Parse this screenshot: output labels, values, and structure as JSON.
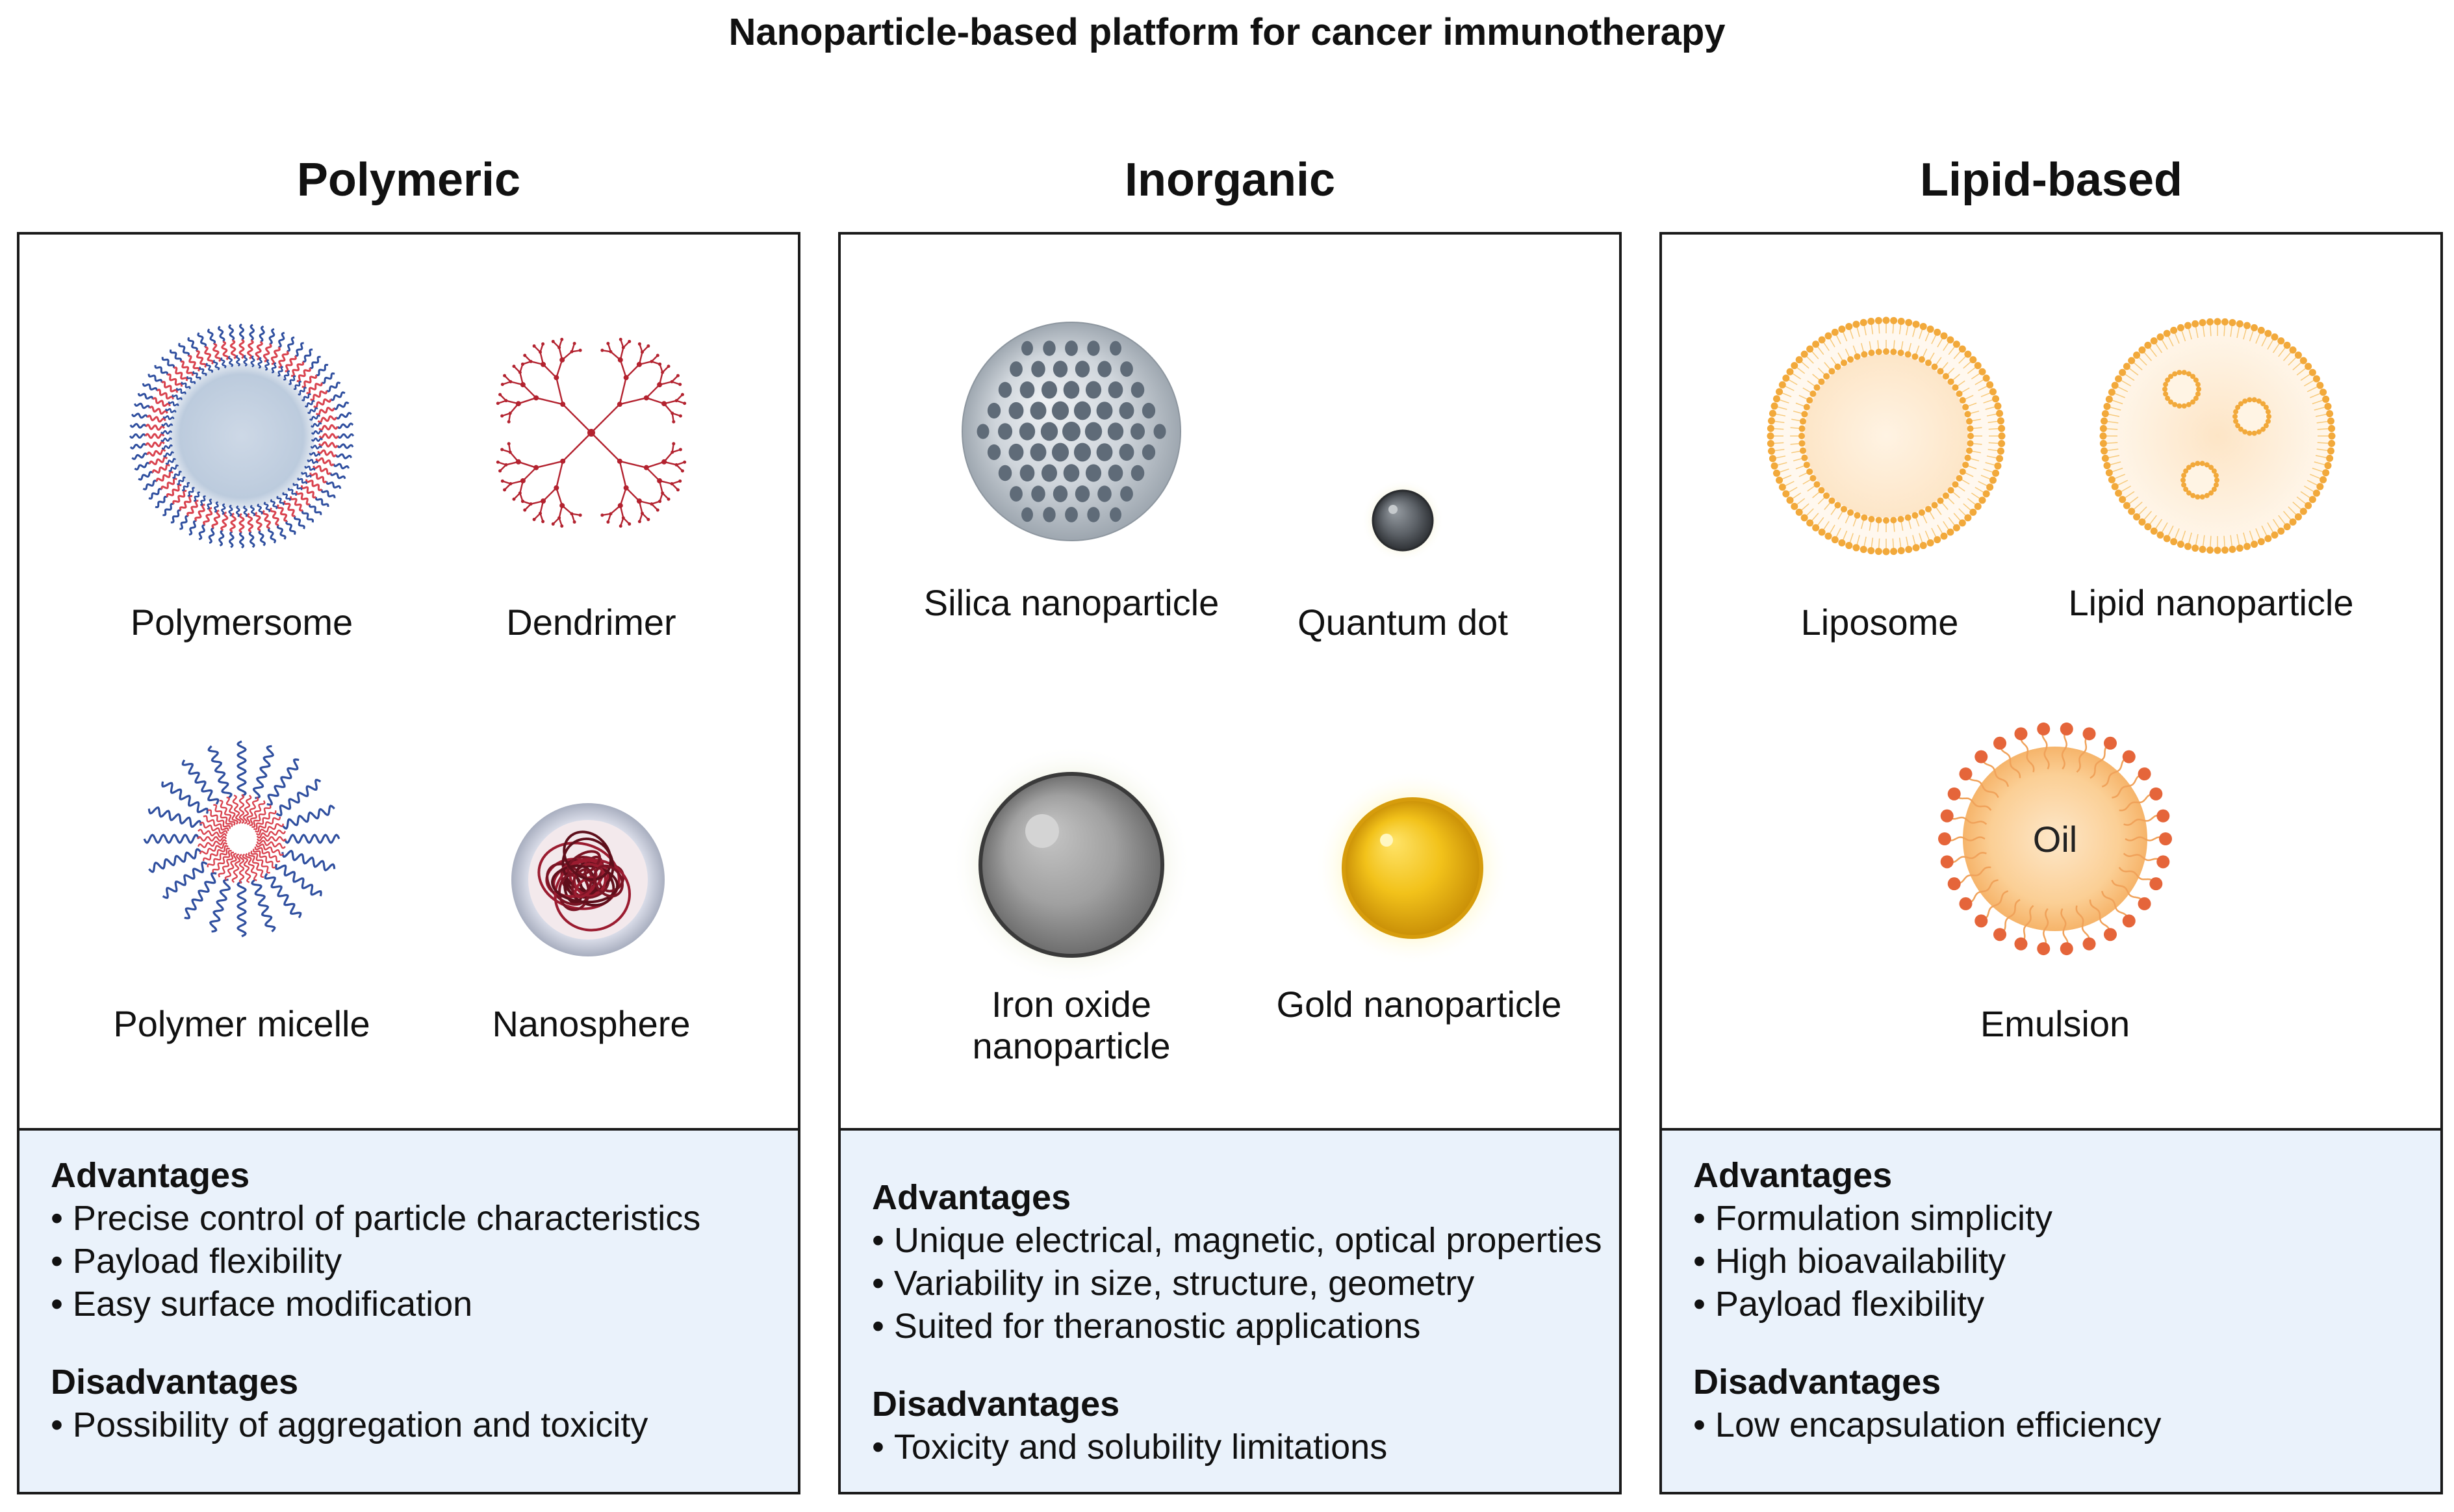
{
  "title": "Nanoparticle-based platform for cancer immunotherapy",
  "categories": [
    {
      "name": "Polymeric",
      "particles": [
        "Polymersome",
        "Dendrimer",
        "Polymer micelle",
        "Nanosphere"
      ],
      "advantages_label": "Advantages",
      "advantages": [
        "Precise control of particle characteristics",
        "Payload flexibility",
        "Easy surface modification"
      ],
      "disadvantages_label": "Disadvantages",
      "disadvantages": [
        "Possibility of aggregation and toxicity"
      ]
    },
    {
      "name": "Inorganic",
      "particles": [
        "Silica nanoparticle",
        "Quantum dot",
        "Iron oxide nanoparticle",
        "Gold nanoparticle"
      ],
      "advantages_label": "Advantages",
      "advantages": [
        "Unique electrical, magnetic, optical properties",
        "Variability in size, structure, geometry",
        "Suited for theranostic applications"
      ],
      "disadvantages_label": "Disadvantages",
      "disadvantages": [
        "Toxicity and solubility limitations"
      ]
    },
    {
      "name": "Lipid-based",
      "particles": [
        "Liposome",
        "Lipid nanoparticle",
        "Emulsion"
      ],
      "emulsion_core_label": "Oil",
      "advantages_label": "Advantages",
      "advantages": [
        "Formulation simplicity",
        "High bioavailability",
        "Payload flexibility"
      ],
      "disadvantages_label": "Disadvantages",
      "disadvantages": [
        "Low encapsulation efficiency"
      ]
    }
  ],
  "colors": {
    "info_background": "#eaf2fb",
    "polymer_red": "#d9434f",
    "polymer_blue": "#2f4f9f",
    "lipid_orange": "#f2a93b",
    "gold": "#f2c21a",
    "silica_grey": "#c8ced4"
  }
}
